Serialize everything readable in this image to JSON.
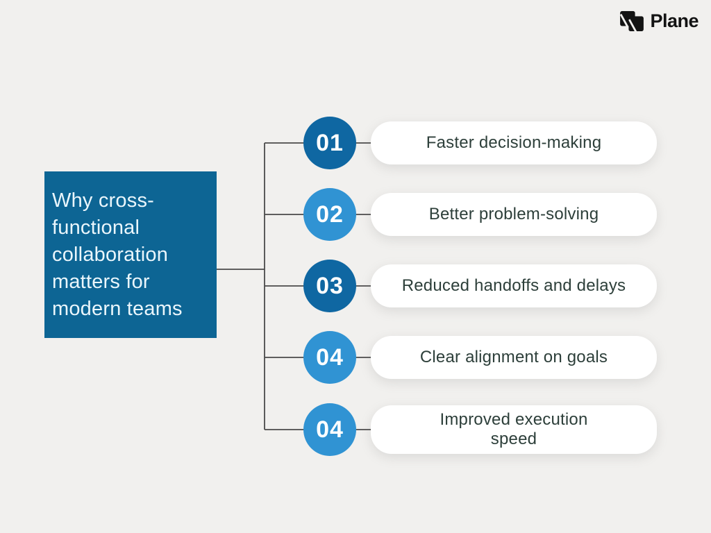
{
  "logo": {
    "text": "Plane"
  },
  "title": {
    "full_text": "Why cross-functional collaboration matters for modern teams",
    "lines": [
      "Why cross-",
      "functional",
      "collaboration",
      "matters for",
      "modern teams"
    ]
  },
  "items": [
    {
      "number": "01",
      "label": "Faster decision-making",
      "circle_color": "#0f67a2"
    },
    {
      "number": "02",
      "label": "Better problem-solving",
      "circle_color": "#3093d3"
    },
    {
      "number": "03",
      "label": "Reduced handoffs and delays",
      "circle_color": "#0f67a2"
    },
    {
      "number": "04",
      "label": "Clear alignment on goals",
      "circle_color": "#3093d3"
    },
    {
      "number": "04",
      "label": "Improved execution\nspeed",
      "circle_color": "#3093d3"
    }
  ],
  "colors": {
    "background": "#f1f0ee",
    "title_box": "#0d6594",
    "title_text": "#eaf6fc",
    "dark_circle": "#0f67a2",
    "light_circle": "#3093d3",
    "card_background": "#ffffff",
    "card_text": "#2d3f3a",
    "connector": "#4a4a4a",
    "logo": "#131313"
  }
}
